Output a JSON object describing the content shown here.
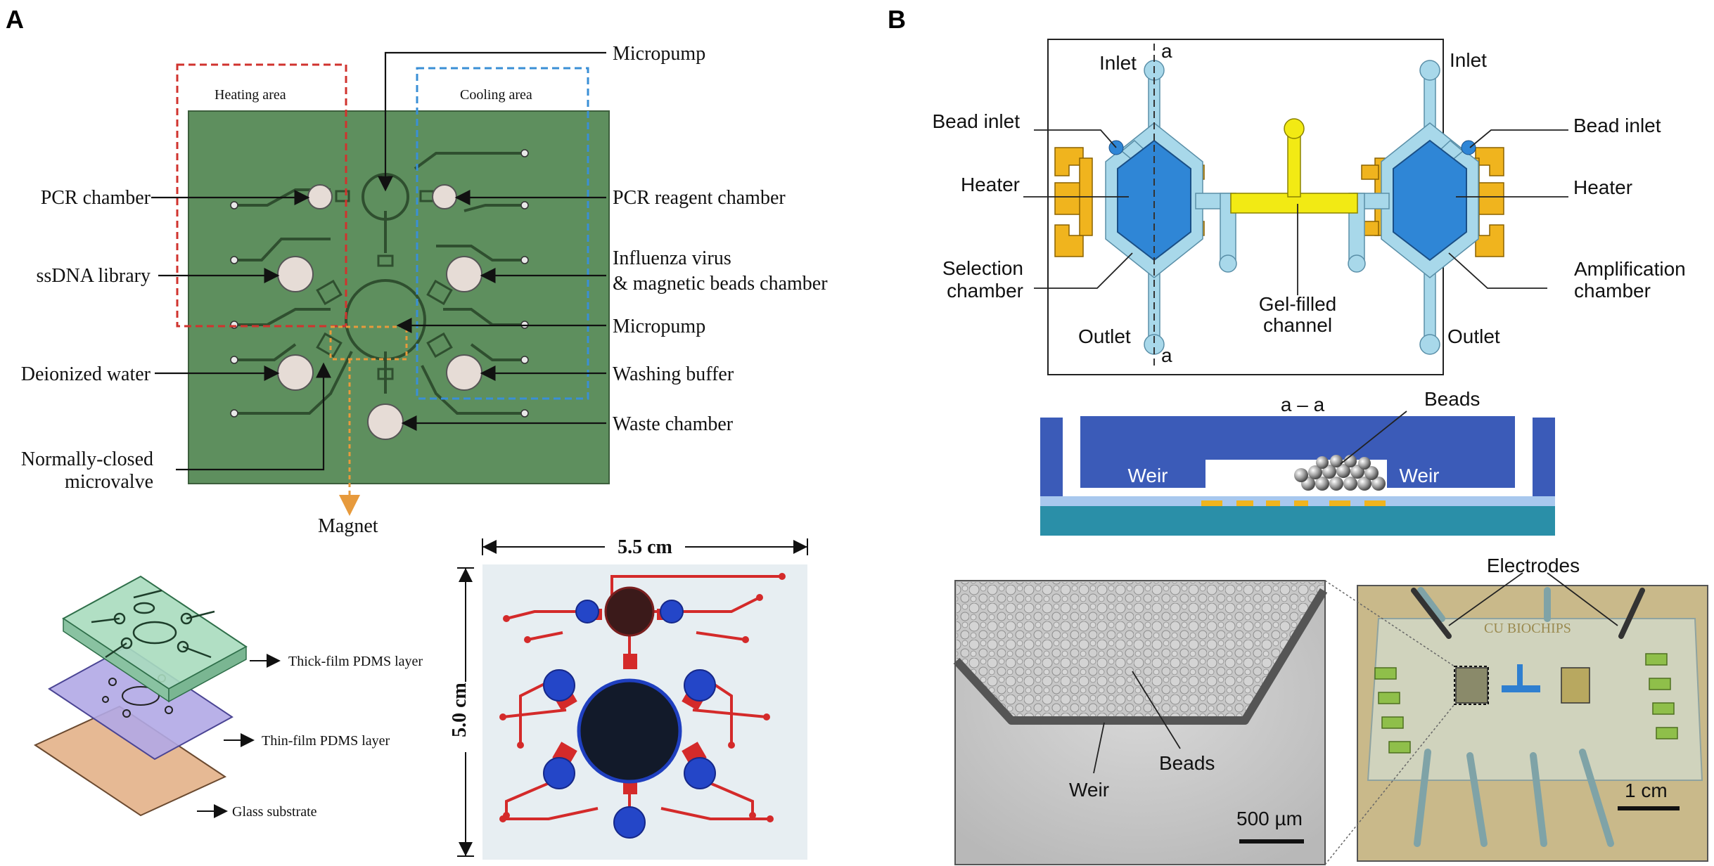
{
  "panels": {
    "a": "A",
    "b": "B"
  },
  "panel_a": {
    "area_labels": {
      "heating": "Heating area",
      "cooling": "Cooling area"
    },
    "callouts": {
      "micropump_top": "Micropump",
      "pcr_chamber": "PCR chamber",
      "pcr_reagent": "PCR reagent chamber",
      "ssdna": "ssDNA library",
      "influenza_1": "Influenza virus",
      "influenza_2": "& magnetic beads chamber",
      "micropump_mid": "Micropump",
      "deionized": "Deionized water",
      "washing": "Washing buffer",
      "waste": "Waste chamber",
      "valve_1": "Normally-closed",
      "valve_2": "microvalve",
      "magnet": "Magnet"
    },
    "layers": {
      "thick": "Thick-film PDMS layer",
      "thin": "Thin-film PDMS layer",
      "glass": "Glass substrate"
    },
    "dims": {
      "width": "5.5 cm",
      "height": "5.0 cm"
    },
    "colors": {
      "chip_green": "#5e8f5e",
      "heating": "#d0332e",
      "cooling": "#3a8fd6",
      "magnet": "#e79a3c"
    }
  },
  "panel_b": {
    "schematic": {
      "inlet_left": "Inlet",
      "inlet_right": "Inlet",
      "a_top": "a",
      "a_bottom": "a",
      "bead_inlet_left": "Bead inlet",
      "bead_inlet_right": "Bead inlet",
      "heater_left": "Heater",
      "heater_right": "Heater",
      "selection_1": "Selection",
      "selection_2": "chamber",
      "amplification_1": "Amplification",
      "amplification_2": "chamber",
      "gel_1": "Gel-filled",
      "gel_2": "channel",
      "outlet_left": "Outlet",
      "outlet_right": "Outlet"
    },
    "cross_section": {
      "title": "a – a",
      "beads": "Beads",
      "weir_left": "Weir",
      "weir_right": "Weir"
    },
    "micrograph": {
      "beads": "Beads",
      "weir": "Weir",
      "scale": "500 µm"
    },
    "photo": {
      "electrodes": "Electrodes",
      "scale": "1 cm",
      "chip_text": "CU BIOCHIPS"
    },
    "colors": {
      "channel": "#a8d8ea",
      "chamber": "#2f86d6",
      "heater": "#f0b41e",
      "gel": "#f2ea14",
      "cs_blue": "#3b5bb8"
    }
  }
}
